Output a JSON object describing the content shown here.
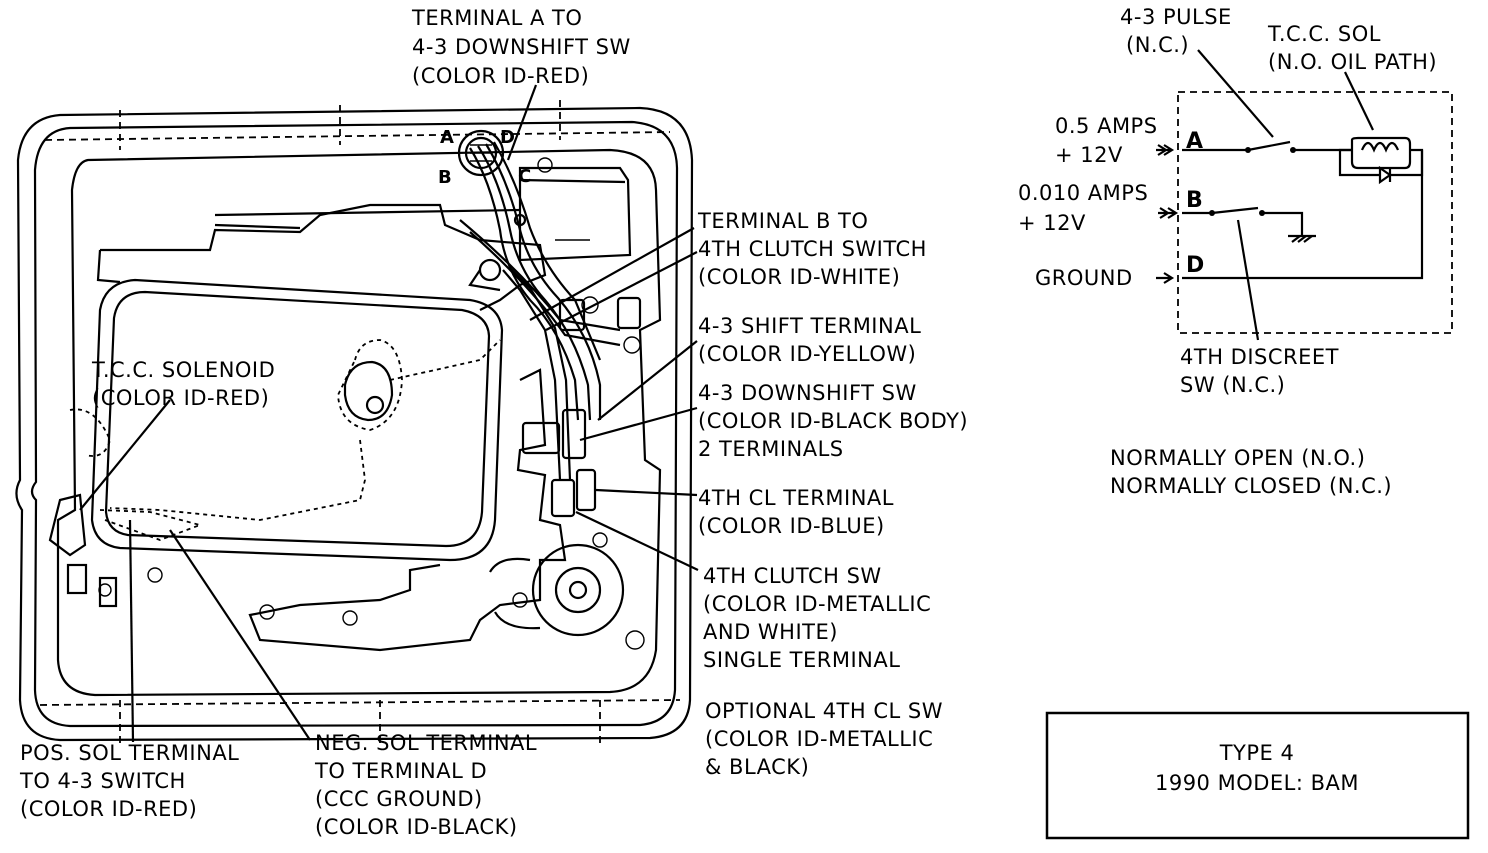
{
  "callouts": {
    "terminal_a": [
      "TERMINAL A TO",
      "4-3 DOWNSHIFT SW",
      "(COLOR ID-RED)"
    ],
    "terminal_b": [
      "TERMINAL B TO",
      "4TH CLUTCH SWITCH",
      "(COLOR ID-WHITE)"
    ],
    "shift_43": [
      "4-3 SHIFT TERMINAL",
      "(COLOR ID-YELLOW)"
    ],
    "downshift_sw": [
      "4-3 DOWNSHIFT SW",
      "(COLOR ID-BLACK BODY)",
      "2 TERMINALS"
    ],
    "cl_terminal": [
      "4TH CL TERMINAL",
      "(COLOR ID-BLUE)"
    ],
    "clutch_sw": [
      "4TH CLUTCH SW",
      "(COLOR ID-METALLIC",
      "AND WHITE)",
      "SINGLE TERMINAL"
    ],
    "optional_sw": [
      "OPTIONAL 4TH CL SW",
      "(COLOR ID-METALLIC",
      "& BLACK)"
    ],
    "tcc_solenoid": [
      "T.C.C. SOLENOID",
      "(COLOR ID-RED)"
    ],
    "pos_sol": [
      "POS. SOL TERMINAL",
      "TO 4-3 SWITCH",
      "(COLOR ID-RED)"
    ],
    "neg_sol": [
      "NEG. SOL TERMINAL",
      "TO TERMINAL D",
      "(CCC GROUND)",
      "(COLOR ID-BLACK)"
    ]
  },
  "connector_pins": [
    "A",
    "B",
    "C",
    "D"
  ],
  "schematic": {
    "pulse": [
      "4-3 PULSE",
      "(N.C.)"
    ],
    "tcc_sol": [
      "T.C.C. SOL",
      "(N.O. OIL PATH)"
    ],
    "input_a": [
      "0.5 AMPS",
      "+ 12V"
    ],
    "input_b": [
      "0.010 AMPS",
      "+ 12V"
    ],
    "ground": "GROUND",
    "pins": [
      "A",
      "B",
      "D"
    ],
    "discreet": [
      "4TH DISCREET",
      "SW (N.C.)"
    ]
  },
  "legend": [
    "NORMALLY OPEN (N.O.)",
    "NORMALLY CLOSED (N.C.)"
  ],
  "type_box": [
    "TYPE 4",
    "1990 MODEL: BAM"
  ]
}
